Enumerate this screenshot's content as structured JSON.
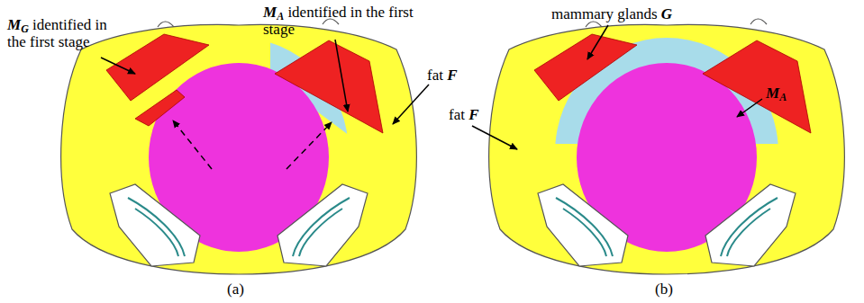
{
  "diagram": {
    "labels": [
      "MG identified in the first stage",
      "MA identified in the first stage",
      "fat F",
      "(a)",
      "mammary glands G",
      "MA",
      "fat F",
      "(b)"
    ]
  }
}
